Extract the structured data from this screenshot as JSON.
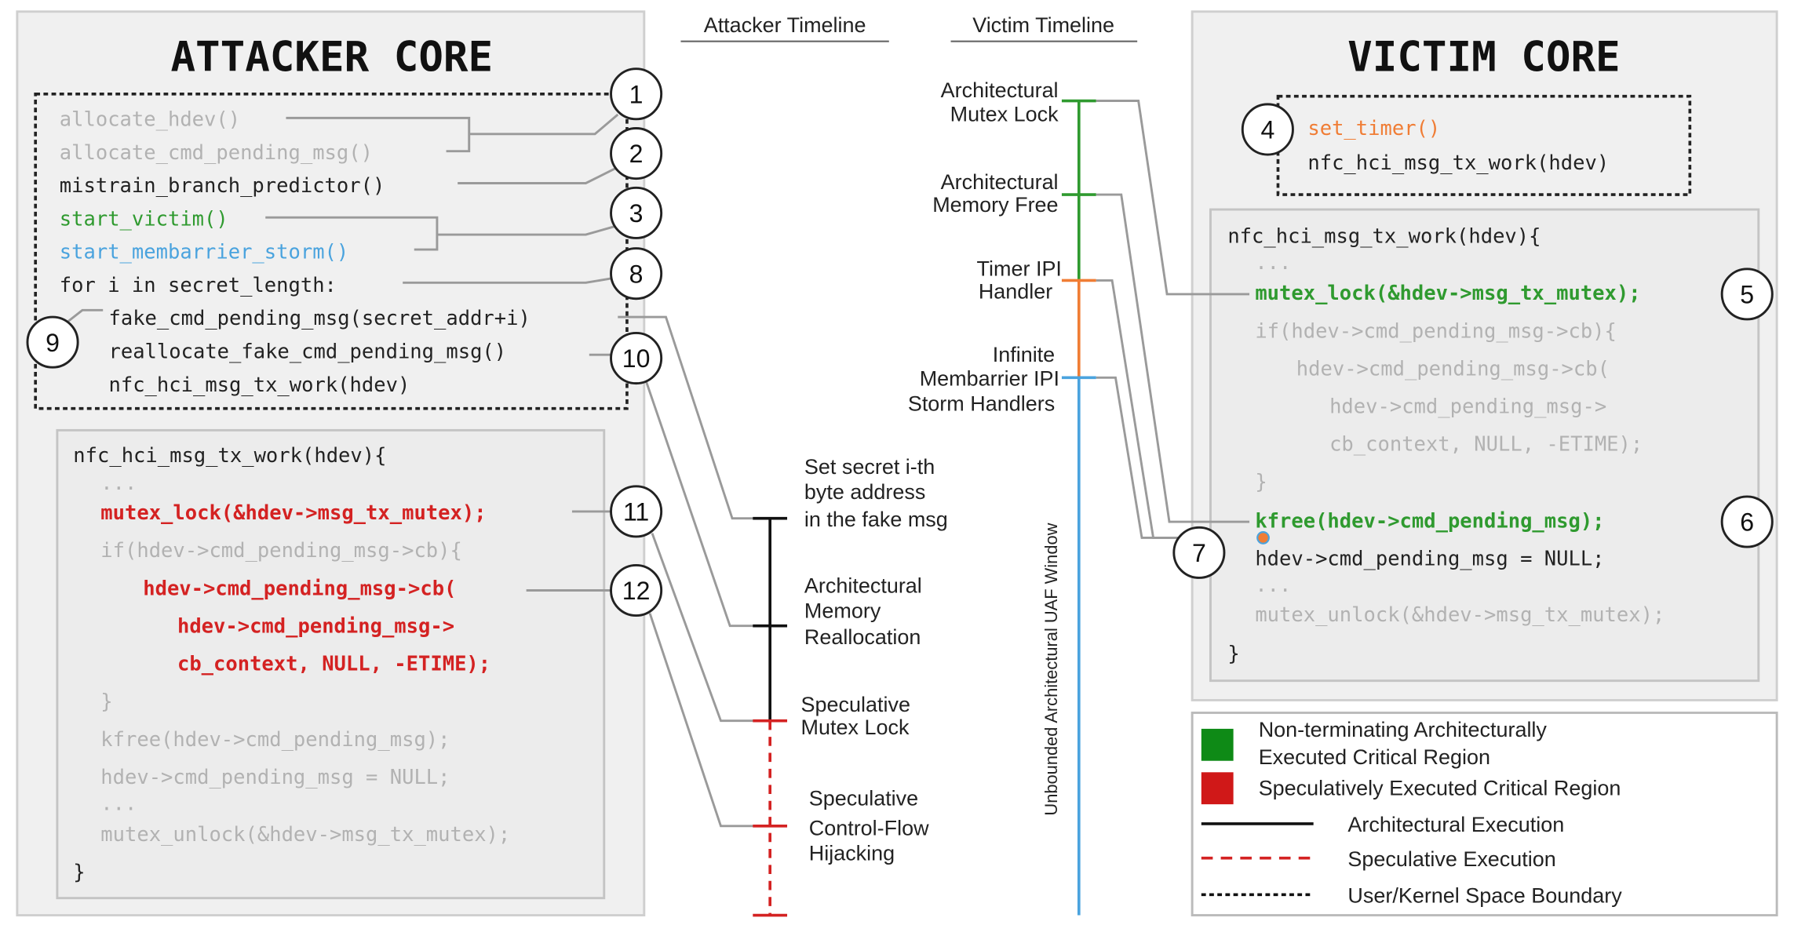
{
  "colors": {
    "architectural": "#2f9a2f",
    "speculative": "#d42222",
    "membarrier": "#4aa3de",
    "timer": "#f07d35",
    "inactive": "#b2b2b2"
  },
  "attacker": {
    "title": "ATTACKER CORE",
    "lines": [
      "allocate_hdev()",
      "allocate_cmd_pending_msg()",
      "mistrain_branch_predictor()",
      "start_victim()",
      "start_membarrier_storm()",
      "for i in secret_length:",
      "fake_cmd_pending_msg(secret_addr+i)",
      "reallocate_fake_cmd_pending_msg()",
      "nfc_hci_msg_tx_work(hdev)"
    ],
    "code": [
      "nfc_hci_msg_tx_work(hdev){",
      "...",
      "mutex_lock(&hdev->msg_tx_mutex);",
      "if(hdev->cmd_pending_msg->cb){",
      "hdev->cmd_pending_msg->cb(",
      "hdev->cmd_pending_msg->",
      "cb_context, NULL, -ETIME);",
      "}",
      "kfree(hdev->cmd_pending_msg);",
      "hdev->cmd_pending_msg = NULL;",
      "...",
      "mutex_unlock(&hdev->msg_tx_mutex);",
      "}"
    ]
  },
  "victim": {
    "title": "VICTIM CORE",
    "lines": [
      "set_timer()",
      "nfc_hci_msg_tx_work(hdev)"
    ],
    "code": [
      "nfc_hci_msg_tx_work(hdev){",
      "...",
      "mutex_lock(&hdev->msg_tx_mutex);",
      "if(hdev->cmd_pending_msg->cb){",
      "hdev->cmd_pending_msg->cb(",
      "hdev->cmd_pending_msg->",
      "cb_context, NULL, -ETIME);",
      "}",
      "kfree(hdev->cmd_pending_msg);",
      "hdev->cmd_pending_msg = NULL;",
      "...",
      "mutex_unlock(&hdev->msg_tx_mutex);",
      "}"
    ]
  },
  "markers": [
    "1",
    "2",
    "3",
    "4",
    "5",
    "6",
    "7",
    "8",
    "9",
    "10",
    "11",
    "12"
  ],
  "attacker_timeline": {
    "title": "Attacker Timeline",
    "events": [
      [
        "Set secret i-th",
        "byte address",
        "in the fake msg"
      ],
      [
        "Architectural",
        "Memory",
        "Reallocation"
      ],
      [
        "Speculative",
        "Mutex Lock"
      ],
      [
        "Speculative",
        "Control-Flow",
        "Hijacking"
      ]
    ]
  },
  "victim_timeline": {
    "title": "Victim Timeline",
    "events": [
      [
        "Architectural",
        "Mutex Lock"
      ],
      [
        "Architectural",
        "Memory Free"
      ],
      [
        "Timer IPI",
        "Handler"
      ],
      [
        "Infinite",
        "Membarrier IPI",
        "Storm Handlers"
      ]
    ],
    "window_label": "Unbounded Architectural UAF Window"
  },
  "legend": {
    "green_1": "Non-terminating Architecturally",
    "green_2": "Executed Critical Region",
    "red": "Speculatively Executed Critical Region",
    "solid": "Architectural Execution",
    "dashed": "Speculative Execution",
    "dotted": "User/Kernel Space Boundary"
  }
}
